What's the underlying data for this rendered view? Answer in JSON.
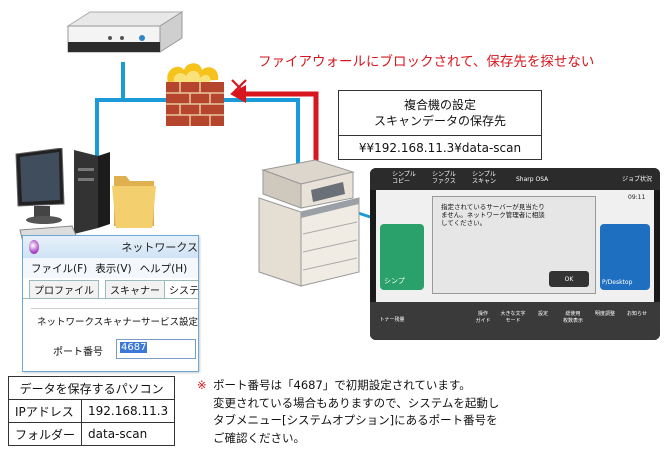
{
  "caption_blocked": "ファイアウォールにブロックされて、保存先を探せない",
  "mfp_settings": {
    "title_line1": "複合機の設定",
    "title_line2": "スキャンデータの保存先",
    "path": "¥¥192.168.11.3¥data-scan"
  },
  "window": {
    "title": "ネットワークス",
    "menu": [
      "ファイル(F)",
      "表示(V)",
      "ヘルプ(H)"
    ],
    "tabs": [
      "プロファイル",
      "スキャナー",
      "システムオ"
    ],
    "group_label": "ネットワークスキャナーサービス設定",
    "port_label": "ポート番号",
    "port_value": "4687"
  },
  "pc_table": {
    "header": "データを保存するパソコン",
    "rows": [
      {
        "label": "IPアドレス",
        "value": "192.168.11.3"
      },
      {
        "label": "フォルダー",
        "value": "data-scan"
      }
    ]
  },
  "note": {
    "mark": "※",
    "lines": [
      "ポート番号は「4687」で初期設定されています。",
      "変更されている場合もありますので、システムを起動し",
      "タブメニュー[システムオプション]にあるポート番号を",
      "ご確認ください。"
    ]
  },
  "panel": {
    "top_buttons": [
      "シンプル\nコピー",
      "シンプル\nファクス",
      "シンプル\nスキャン",
      "Sharp OSA"
    ],
    "job_status": "ジョブ状況",
    "time": "09:11",
    "dialog_text": [
      "指定されているサーバーが見当たり",
      "ません。ネットワーク管理者に相談",
      "してください。"
    ],
    "ok_label": "OK",
    "tile_left": "シンプ",
    "tile_right": "P/Desktop",
    "toner": "トナー残量",
    "bottom_icons": [
      "操作\nガイド",
      "大きな文字\nモード",
      "設定",
      "総使用\n枚数表示",
      "明度調整",
      "お知らせ"
    ]
  },
  "colors": {
    "connector": "#1a9bd7",
    "alert": "#d7161e"
  }
}
